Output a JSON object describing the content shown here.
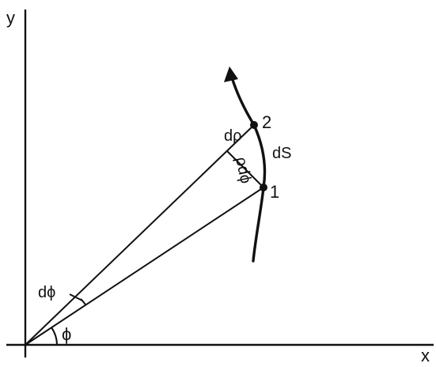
{
  "labels": {
    "y_axis": "y",
    "x_axis": "x",
    "phi": "ϕ",
    "d_phi": "dϕ",
    "d_rho": "dρ",
    "rho_d_phi": "ρdϕ",
    "ds": "dS",
    "point_1": "1",
    "point_2": "2"
  },
  "colors": {
    "ink": "#111111",
    "background": "#ffffff"
  }
}
